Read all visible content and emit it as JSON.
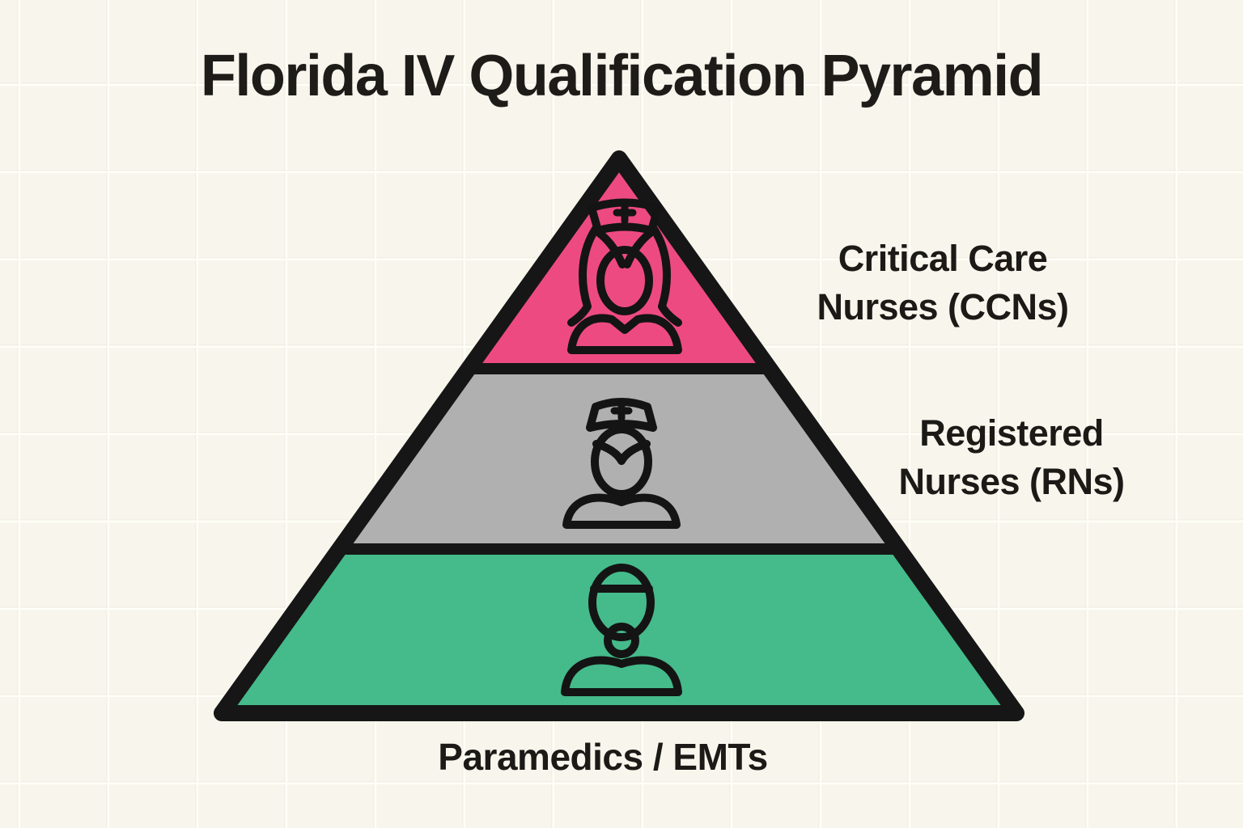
{
  "title": "Florida IV Qualification Pyramid",
  "background": {
    "color": "#f8f6ec",
    "grid_line_color": "#fffdf4"
  },
  "pyramid": {
    "outline_color": "#161616",
    "tiers": [
      {
        "rank": 1,
        "position": "top",
        "label": "Critical Care Nurses (CCNs)",
        "label_line1": "Critical Care",
        "label_line2": "Nurses (CCNs)",
        "color": "#ee4a82",
        "icon": "nurse-female-cap-cross-icon"
      },
      {
        "rank": 2,
        "position": "middle",
        "label": "Registered Nurses (RNs)",
        "label_line1": "Registered",
        "label_line2": "Nurses (RNs)",
        "color": "#b0b0b0",
        "icon": "nurse-cap-cross-icon"
      },
      {
        "rank": 3,
        "position": "bottom",
        "label": "Paramedics / EMTs",
        "label_line1": "Paramedics / EMTs",
        "label_line2": "",
        "color": "#45ba8b",
        "icon": "paramedic-person-icon"
      }
    ]
  }
}
